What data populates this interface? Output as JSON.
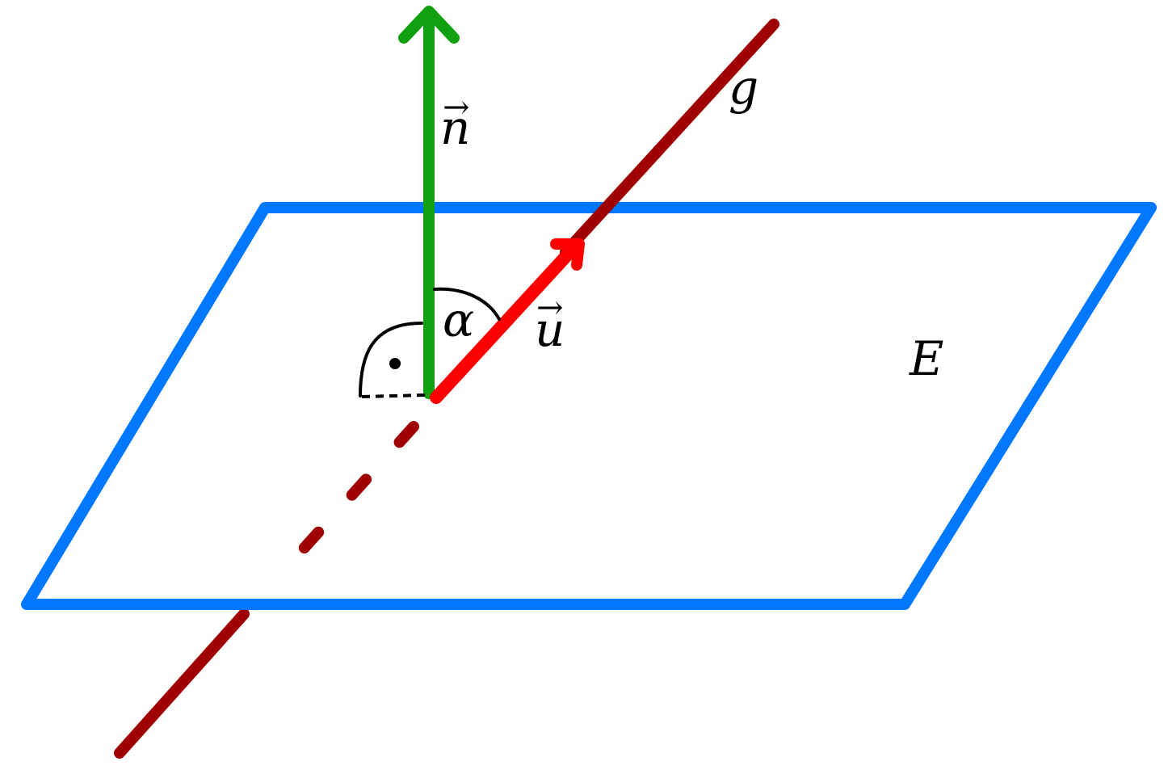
{
  "labels": {
    "normal_vector": "n",
    "direction_vector": "u",
    "line": "g",
    "plane": "E",
    "angle": "α",
    "vector_arrow": "→"
  },
  "colors": {
    "plane": "#0077ff",
    "normal_vector": "#10a010",
    "direction_vector": "#ff0000",
    "line": "#a00000",
    "marks": "#000000"
  }
}
